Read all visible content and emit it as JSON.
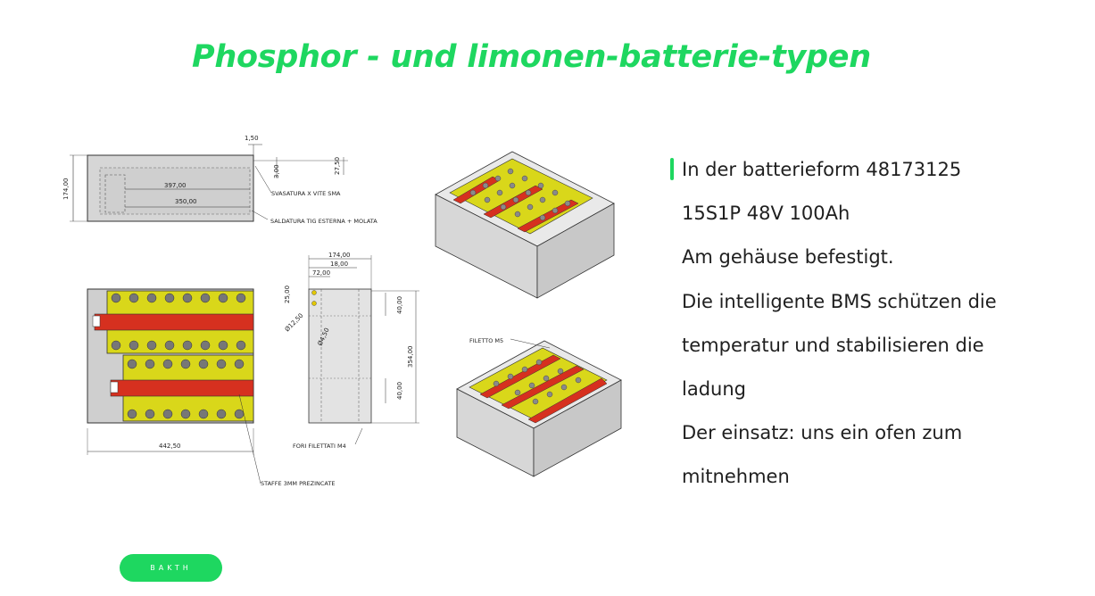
{
  "slide": {
    "title": "Phosphor - und limonen-batterie-typen",
    "accent_color": "#1ed760",
    "text_lines": [
      "In der batterieform 48173125",
      "15S1P 48V 100Ah",
      "Am gehäuse befestigt.",
      "Die intelligente BMS schützen die",
      "temperatur und stabilisieren die",
      "ladung",
      "Der einsatz: uns ein ofen zum",
      "mitnehmen"
    ],
    "button_label": "BAKTH"
  },
  "drawing": {
    "dims": {
      "d_150": "1,50",
      "d_174v": "174,00",
      "d_397": "397,00",
      "d_350": "350,00",
      "d_300": "3,00",
      "d_2750": "27,50",
      "d_174h": "174,00",
      "d_1800": "18,00",
      "d_7200": "72,00",
      "d_2500": "25,00",
      "d_1250": "Ø12,50",
      "d_450": "Ø4,50",
      "d_40a": "40,00",
      "d_354": "354,00",
      "d_40b": "40,00",
      "d_4425": "442,50"
    },
    "notes": {
      "svasatura": "SVASATURA X VITE SMA",
      "saldatura": "SALDATURA TIG ESTERNA + MOLATA",
      "fori": "FORI FILETTATI M4",
      "staffe": "STAFFE 3MM PREZINCATE",
      "filetto": "FILETTO M5"
    }
  }
}
